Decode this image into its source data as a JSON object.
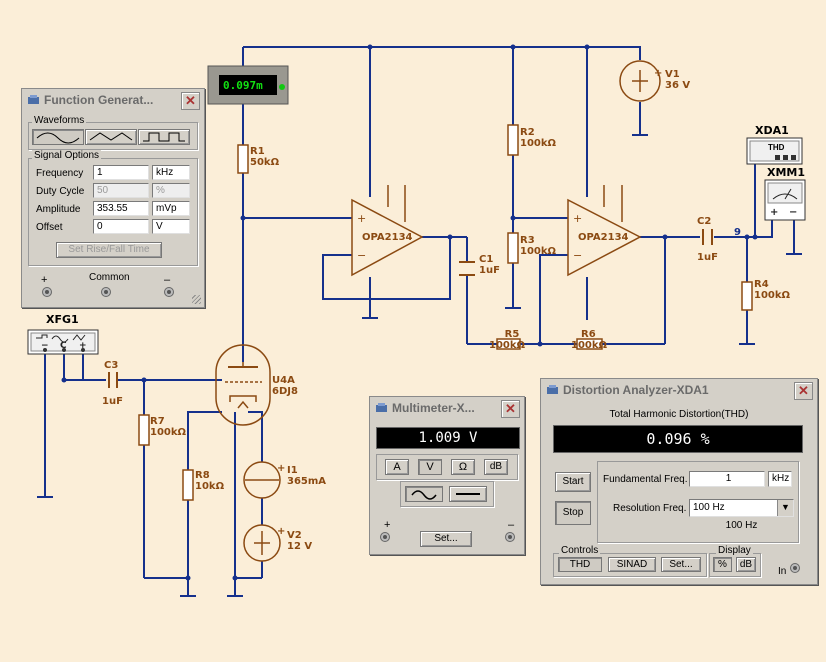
{
  "schematic": {
    "components": {
      "r1": {
        "ref": "R1",
        "value": "50kΩ"
      },
      "r2": {
        "ref": "R2",
        "value": "100kΩ"
      },
      "r3": {
        "ref": "R3",
        "value": "100kΩ"
      },
      "r4": {
        "ref": "R4",
        "value": "100kΩ"
      },
      "r5": {
        "ref": "R5",
        "value": "100kΩ"
      },
      "r6": {
        "ref": "R6",
        "value": "100kΩ"
      },
      "r7": {
        "ref": "R7",
        "value": "100kΩ"
      },
      "r8": {
        "ref": "R8",
        "value": "10kΩ"
      },
      "c1": {
        "ref": "C1",
        "value": "1uF"
      },
      "c2": {
        "ref": "C2",
        "value": "1uF"
      },
      "c3": {
        "ref": "C3",
        "value": "1uF"
      },
      "v1": {
        "ref": "V1",
        "value": "36 V"
      },
      "v2": {
        "ref": "V2",
        "value": "12 V"
      },
      "i1": {
        "ref": "I1",
        "value": "365mA"
      },
      "u4a": {
        "ref": "U4A",
        "value": "6DJ8"
      },
      "op1": {
        "model": "OPA2134"
      },
      "op2": {
        "model": "OPA2134"
      },
      "node9": "9"
    },
    "probe": {
      "value": "0.097m"
    },
    "instrument_tags": {
      "xfg1": "XFG1",
      "xda1": "XDA1",
      "xmm1": "XMM1",
      "xda1_screen": "THD"
    },
    "colors": {
      "wire": "#15308c",
      "component": "#8b4a12",
      "background": "#fbeed8"
    }
  },
  "function_generator": {
    "title": "Function Generat...",
    "waveforms_label": "Waveforms",
    "signal_options_label": "Signal Options",
    "rows": [
      {
        "label": "Frequency",
        "value": "1",
        "unit": "kHz",
        "disabled": false
      },
      {
        "label": "Duty Cycle",
        "value": "50",
        "unit": "%",
        "disabled": true
      },
      {
        "label": "Amplitude",
        "value": "353.55",
        "unit": "mVp",
        "disabled": false
      },
      {
        "label": "Offset",
        "value": "0",
        "unit": "V",
        "disabled": false
      }
    ],
    "rise_fall_button": "Set Rise/Fall Time",
    "terminals": {
      "plus": "+",
      "common": "Common",
      "minus": "–"
    }
  },
  "multimeter": {
    "title": "Multimeter-X...",
    "reading": "1.009 V",
    "mode_buttons": [
      "A",
      "V",
      "Ω",
      "dB"
    ],
    "set_button": "Set...",
    "terminals": {
      "plus": "+",
      "minus": "–"
    }
  },
  "distortion_analyzer": {
    "title": "Distortion Analyzer-XDA1",
    "heading": "Total Harmonic Distortion(THD)",
    "reading": "0.096 %",
    "start_button": "Start",
    "stop_button": "Stop",
    "fundamental_label": "Fundamental Freq.",
    "fundamental_value": "1",
    "fundamental_unit": "kHz",
    "resolution_label": "Resolution Freq.",
    "resolution_value": "100 Hz",
    "resolution_display": "100 Hz",
    "controls_label": "Controls",
    "controls_buttons": [
      "THD",
      "SINAD",
      "Set..."
    ],
    "display_label": "Display",
    "display_buttons": [
      "%",
      "dB"
    ],
    "in_label": "In"
  }
}
